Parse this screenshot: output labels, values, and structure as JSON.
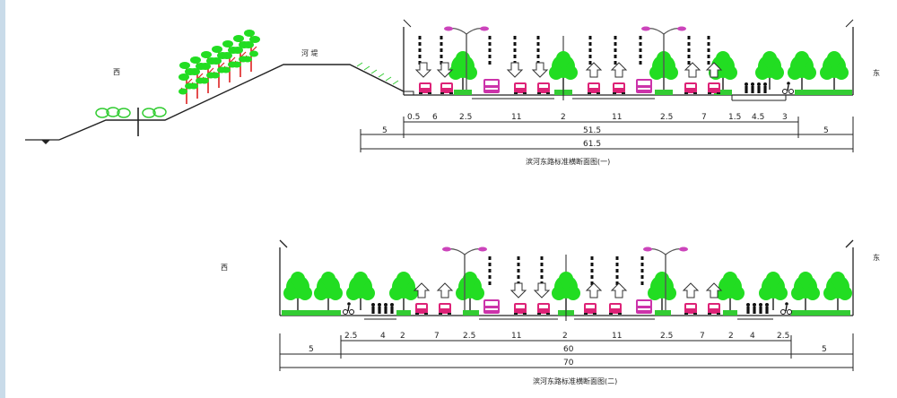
{
  "section1": {
    "west_label": "西",
    "east_label": "东",
    "embankment_label": "河 堤",
    "segments": [
      "0.5",
      "6",
      "2.5",
      "11",
      "2",
      "11",
      "2.5",
      "7",
      "1.5",
      "4.5",
      "3"
    ],
    "dim_side": "5",
    "dim_mid": "51.5",
    "dim_side_right": "5",
    "dim_total": "61.5",
    "caption": "滨河东路标准横断面图(一)"
  },
  "section2": {
    "west_label": "西",
    "east_label": "东",
    "segments": [
      "2.5",
      "4",
      "2",
      "7",
      "2.5",
      "11",
      "2",
      "11",
      "2.5",
      "7",
      "2",
      "4",
      "2.5"
    ],
    "dim_side": "5",
    "dim_mid": "60",
    "dim_side_right": "5",
    "dim_total": "70",
    "caption": "滨河东路标准横断面图(二)"
  },
  "colors": {
    "line": "#222222",
    "tree": "#22dd22",
    "trunk": "#1a1a1a",
    "bus": "#cc33aa",
    "car": "#dd2277",
    "dash": "#111111",
    "lamp": "#cc44bb",
    "shrub": "#33cc33",
    "forest_red": "#dd2222"
  }
}
